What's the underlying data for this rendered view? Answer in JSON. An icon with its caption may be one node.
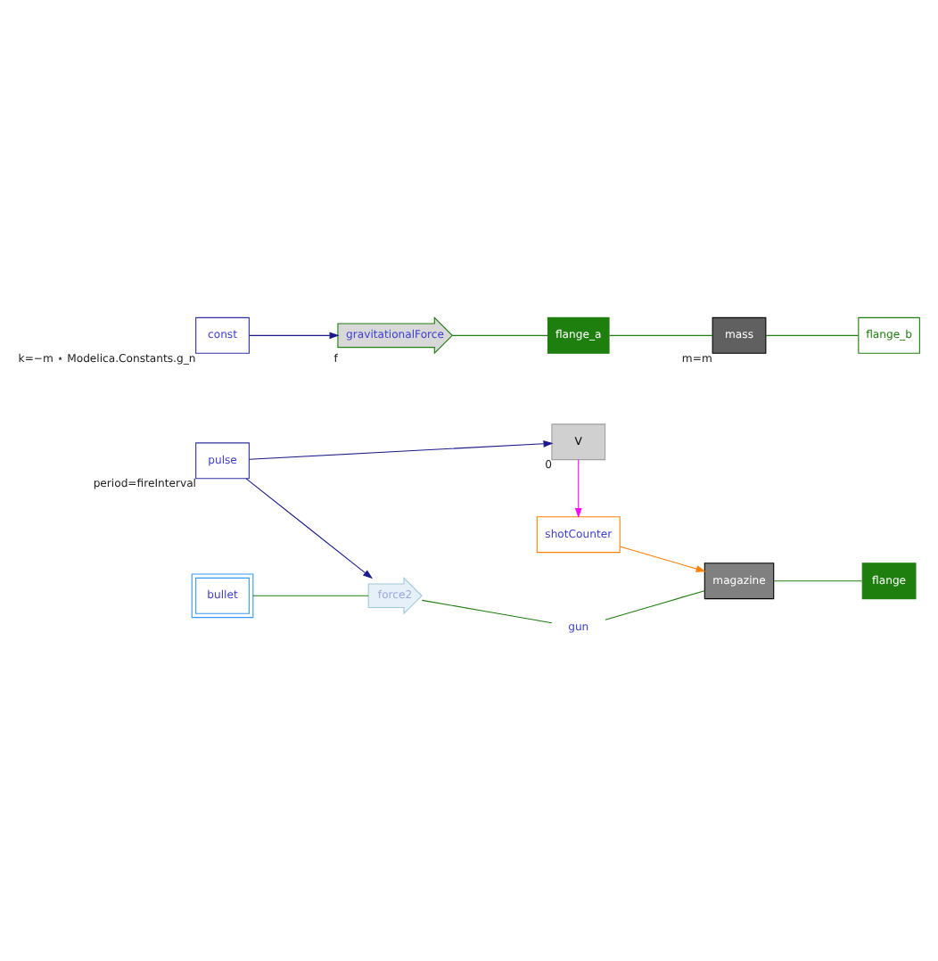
{
  "diagram": {
    "nodes": [
      {
        "text": [
          "pulse"
        ],
        "beside": [
          "period=fireInterval"
        ]
      },
      {
        "text": [
          "V"
        ],
        "beside": [
          "0"
        ]
      },
      {
        "text": [
          "shotCounter"
        ]
      },
      {
        "text": [
          "bullet"
        ]
      },
      {
        "text": [
          "force2"
        ]
      },
      {
        "text": [
          "gun"
        ]
      },
      {
        "text": [
          "magazine"
        ]
      },
      {
        "text": [
          "flange"
        ]
      },
      {
        "text": [
          "const"
        ],
        "beside": [
          "k=−m ⋆ Modelica.Constants.g_n"
        ]
      },
      {
        "text": [
          "gravitationalForce"
        ],
        "beside": [
          "f"
        ]
      },
      {
        "text": [
          "flange_a"
        ]
      },
      {
        "text": [
          "mass"
        ],
        "beside": [
          "m=m"
        ]
      },
      {
        "text": [
          "flange_b"
        ]
      }
    ],
    "edges": [
      {
        "from": 0,
        "to": 1,
        "arrow": "to",
        "color": "#1a1a8c"
      },
      {
        "from": 0,
        "to": 4,
        "arrow": "to",
        "color": "#1a1a8c"
      },
      {
        "from": 1,
        "to": 2,
        "arrow": "to",
        "color": "#ff00ff"
      },
      {
        "from": 2,
        "to": 6,
        "arrow": "to",
        "color": "#ff7f00"
      },
      {
        "from": 3,
        "to": 4,
        "arrow": "none"
      },
      {
        "from": 4,
        "to": 5,
        "arrow": "none"
      },
      {
        "from": 5,
        "to": 6,
        "arrow": "none"
      },
      {
        "from": 6,
        "to": 7,
        "arrow": "none"
      },
      {
        "from": 8,
        "to": 9,
        "arrow": "to",
        "color": "#1a1a8c"
      },
      {
        "from": 9,
        "to": 10,
        "arrow": "none"
      },
      {
        "from": 10,
        "to": 11,
        "arrow": "none"
      },
      {
        "from": 11,
        "to": 12,
        "arrow": "none"
      }
    ]
  }
}
